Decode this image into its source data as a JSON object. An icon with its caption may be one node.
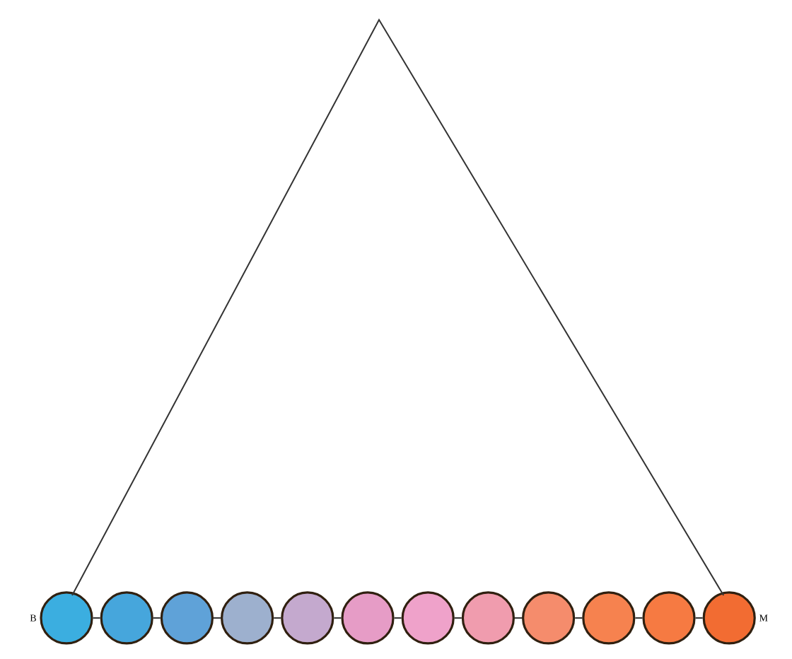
{
  "diagram": {
    "nodes": [
      {
        "text": [],
        "shape": "circle",
        "beside": [
          "B"
        ]
      },
      {
        "text": [],
        "shape": "circle"
      },
      {
        "text": [],
        "shape": "circle"
      },
      {
        "text": [],
        "shape": "circle"
      },
      {
        "text": [],
        "shape": "circle"
      },
      {
        "text": [],
        "shape": "circle"
      },
      {
        "text": [],
        "shape": "circle"
      },
      {
        "text": [],
        "shape": "circle"
      },
      {
        "text": [],
        "shape": "circle"
      },
      {
        "text": [],
        "shape": "circle"
      },
      {
        "text": [],
        "shape": "circle"
      },
      {
        "text": [],
        "shape": "circle",
        "beside": [
          "M"
        ]
      }
    ],
    "edges": [
      {
        "from": 0,
        "to": 11,
        "arrow": "none"
      },
      {
        "from": 0,
        "to": 1,
        "arrow": "none"
      },
      {
        "from": 1,
        "to": 2,
        "arrow": "none"
      },
      {
        "from": 2,
        "to": 3,
        "arrow": "none"
      },
      {
        "from": 3,
        "to": 4,
        "arrow": "none"
      },
      {
        "from": 4,
        "to": 5,
        "arrow": "none"
      },
      {
        "from": 5,
        "to": 6,
        "arrow": "none"
      },
      {
        "from": 6,
        "to": 7,
        "arrow": "none"
      },
      {
        "from": 7,
        "to": 8,
        "arrow": "none"
      },
      {
        "from": 8,
        "to": 9,
        "arrow": "none"
      },
      {
        "from": 9,
        "to": 10,
        "arrow": "none"
      },
      {
        "from": 10,
        "to": 11,
        "arrow": "none"
      }
    ]
  }
}
